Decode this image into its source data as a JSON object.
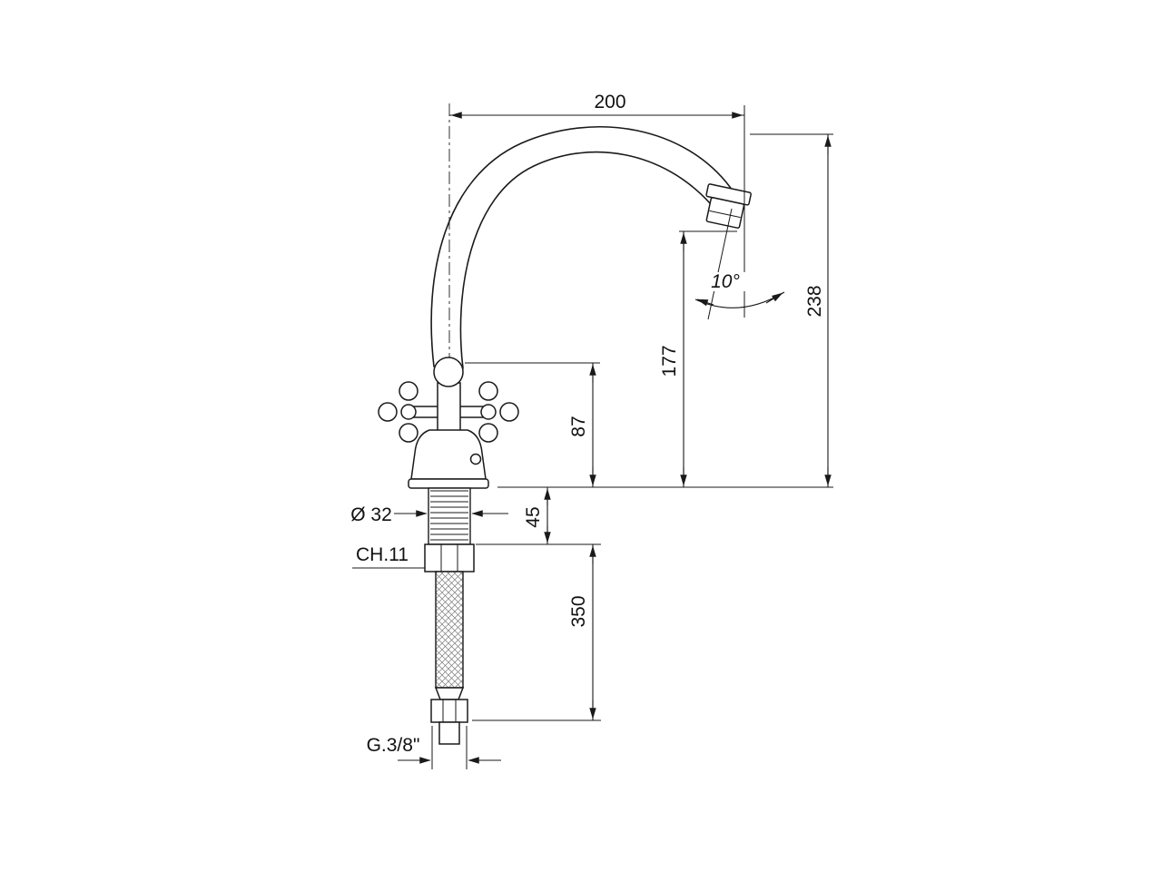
{
  "meta": {
    "document_type": "technical dimension drawing",
    "subject": "two-handle sink mixer tap with high swivel spout and flexible connection hose, side elevation",
    "background_color": "#ffffff",
    "line_color": "#1a1a1a"
  },
  "dims": {
    "spout_reach": "200",
    "total_height": "238",
    "outlet_height": "177",
    "body_height": "87",
    "shank_height": "45",
    "hose_length": "350",
    "base_diameter": "Ø 32",
    "wrench_size": "CH.11",
    "connection_thread": "G.3/8\"",
    "outlet_angle": "10°"
  }
}
